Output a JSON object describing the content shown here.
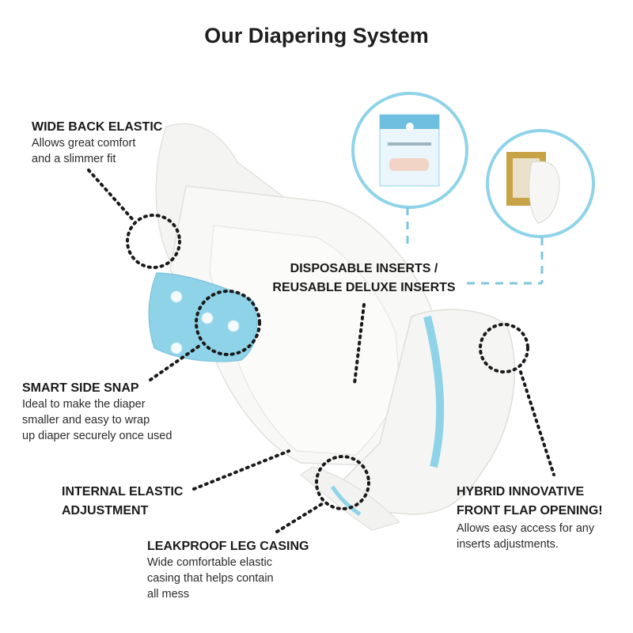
{
  "title": "Our Diapering System",
  "colors": {
    "accent_blue": "#8fd3e9",
    "dashed_blue": "#7fc6de",
    "dotted": "#1a1a1a",
    "diaper_white": "#f7f7f5",
    "shadow": "#e4e4e0"
  },
  "features": {
    "wide_back_elastic": {
      "heading": "WIDE BACK ELASTIC",
      "line1": "Allows great comfort",
      "line2": "and a slimmer fit"
    },
    "inserts": {
      "line1": "DISPOSABLE INSERTS /",
      "line2": "REUSABLE DELUXE INSERTS"
    },
    "smart_side_snap": {
      "heading": "SMART SIDE SNAP",
      "line1": "Ideal to make the diaper",
      "line2": "smaller and easy to wrap",
      "line3": "up diaper securely once used"
    },
    "internal_elastic": {
      "line1": "INTERNAL ELASTIC",
      "line2": "ADJUSTMENT"
    },
    "leakproof_leg": {
      "heading": "LEAKPROOF LEG CASING",
      "line1": "Wide comfortable elastic",
      "line2": "casing that helps contain",
      "line3": "all mess"
    },
    "hybrid_front_flap": {
      "line1": "HYBRID INNOVATIVE",
      "line2": "FRONT FLAP OPENING!",
      "body1": "Allows easy access for any",
      "body2": "inserts adjustments."
    }
  }
}
